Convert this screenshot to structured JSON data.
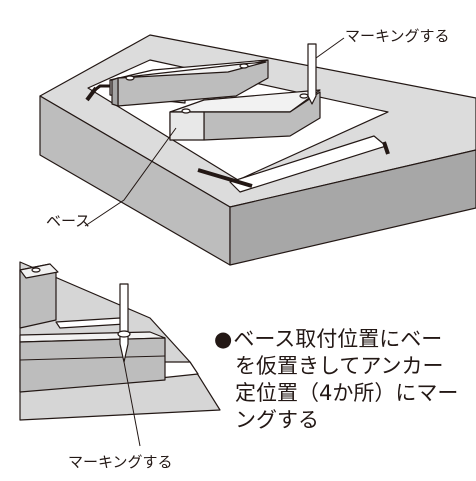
{
  "labels": {
    "marking_top": "マーキングする",
    "base": "ベース",
    "marking_bottom": "マーキングする"
  },
  "instruction": {
    "bullet": "●",
    "lines": [
      "ベース取付位置にベー",
      "を仮置きしてアンカー",
      "定位置（4か所）にマー",
      "ングする"
    ]
  },
  "colors": {
    "slab_top": "#dcdcdc",
    "slab_front": "#bdbdbd",
    "slab_side": "#a5a5a5",
    "paper": "#ffffff",
    "line": "#231815"
  }
}
